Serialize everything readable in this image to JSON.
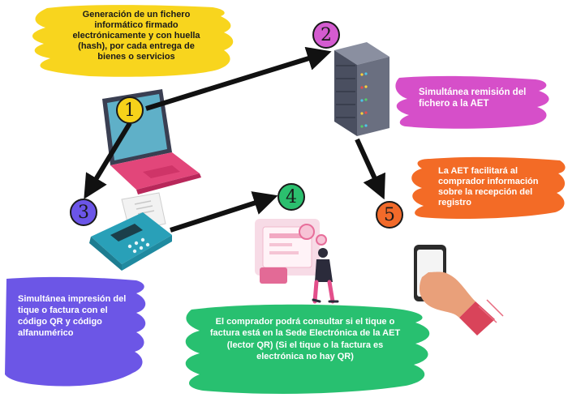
{
  "steps": [
    {
      "number": "1",
      "color": "#f6d21a",
      "text": "Generación de un fichero informático firmado electrónicamente y con huella (hash), por cada entrega de bienes o servicios"
    },
    {
      "number": "2",
      "color": "#d45bd0",
      "text": "Simultánea remisión del fichero a la AET"
    },
    {
      "number": "3",
      "color": "#6b55e8",
      "text": "Simultánea impresión del tique o factura con el código QR y código alfanumérico"
    },
    {
      "number": "4",
      "color": "#2bbf6e",
      "text": "El comprador podrá consultar si el tique o factura está en la Sede Electrónica de la AET (lector QR) (Si el tique o la factura es electrónica no hay QR)"
    },
    {
      "number": "5",
      "color": "#f26a2a",
      "text": "La AET facilitará al comprador información sobre la recepción del registro"
    }
  ],
  "icons": {
    "laptop": "laptop-icon",
    "server": "server-icon",
    "pos_terminal": "card-terminal-icon",
    "customer": "person-with-qr-icon",
    "phone": "hand-holding-phone-icon"
  },
  "colors": {
    "yellow_brush": "#f8d51e",
    "pink_brush": "#d64fc9",
    "purple_brush": "#6c56e6",
    "green_brush": "#28c070",
    "orange_brush": "#f36b26",
    "arrow": "#111111"
  }
}
